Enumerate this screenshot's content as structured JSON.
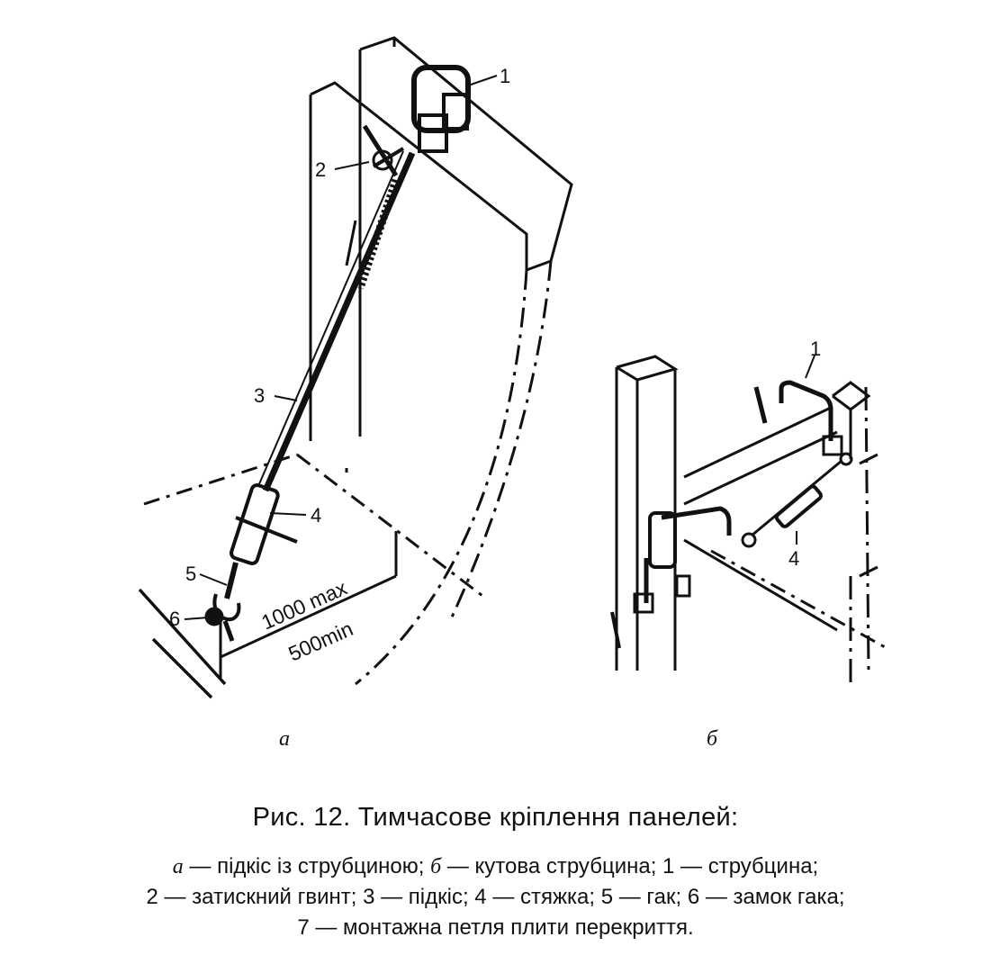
{
  "figure": {
    "part_a": {
      "sublabel": "а",
      "callouts": [
        "1",
        "2",
        "3",
        "4",
        "5",
        "6"
      ],
      "dimensions": {
        "max": "1000 max",
        "min": "500min"
      }
    },
    "part_b": {
      "sublabel": "б",
      "callouts": [
        "1",
        "4"
      ]
    }
  },
  "caption": {
    "title": "Рис. 12. Тимчасове кріплення панелей:",
    "legend": [
      {
        "key": "а",
        "text": " — підкіс із струбциною; "
      },
      {
        "key": "б",
        "text": " — кутова струбцина; 1 — струбцина;"
      },
      {
        "text": "2 — затискний гвинт; 3 — підкіс; 4 — стяжка; 5 — гак; 6 — замок гака;"
      },
      {
        "text": "7 — монтажна петля плити перекриття."
      }
    ]
  }
}
